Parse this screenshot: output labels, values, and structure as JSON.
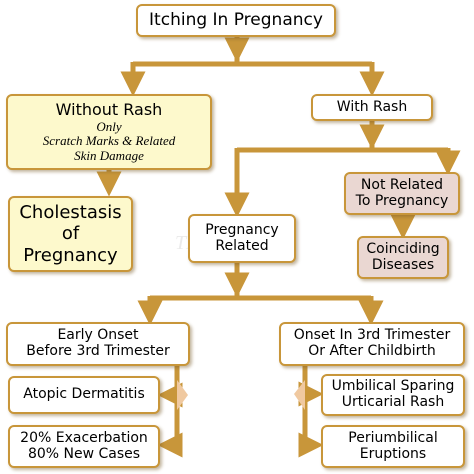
{
  "colors": {
    "connector": "#c8963a",
    "node_border": "#c8963a",
    "cream_fill": "#fdf9cc",
    "pink_fill": "#ead7d2",
    "white_fill": "#ffffff"
  },
  "nodes": {
    "root": {
      "label": "Itching In Pregnancy"
    },
    "without_rash": {
      "title": "Without Rash",
      "sub1": "Only",
      "sub2": "Scratch Marks & Related",
      "sub3": "Skin Damage"
    },
    "with_rash": {
      "label": "With Rash"
    },
    "cholestasis": {
      "line1": "Cholestasis",
      "line2": "of",
      "line3": "Pregnancy"
    },
    "not_related": {
      "line1": "Not Related",
      "line2": "To Pregnancy"
    },
    "coinciding": {
      "line1": "Coinciding",
      "line2": "Diseases"
    },
    "pregnancy_related": {
      "line1": "Pregnancy",
      "line2": "Related"
    },
    "early_onset": {
      "line1": "Early Onset",
      "line2": "Before 3rd Trimester"
    },
    "late_onset": {
      "line1": "Onset In 3rd Trimester",
      "line2": "Or After Childbirth"
    },
    "atopic": {
      "label": "Atopic Dermatitis"
    },
    "exacerbation": {
      "line1": "20% Exacerbation",
      "line2": "80% New Cases"
    },
    "umbilical": {
      "line1": "Umbilical Sparing",
      "line2": "Urticarial Rash"
    },
    "periumbilical": {
      "line1": "Periumbilical",
      "line2": "Eruptions"
    }
  },
  "watermark": {
    "mark": "TM"
  }
}
